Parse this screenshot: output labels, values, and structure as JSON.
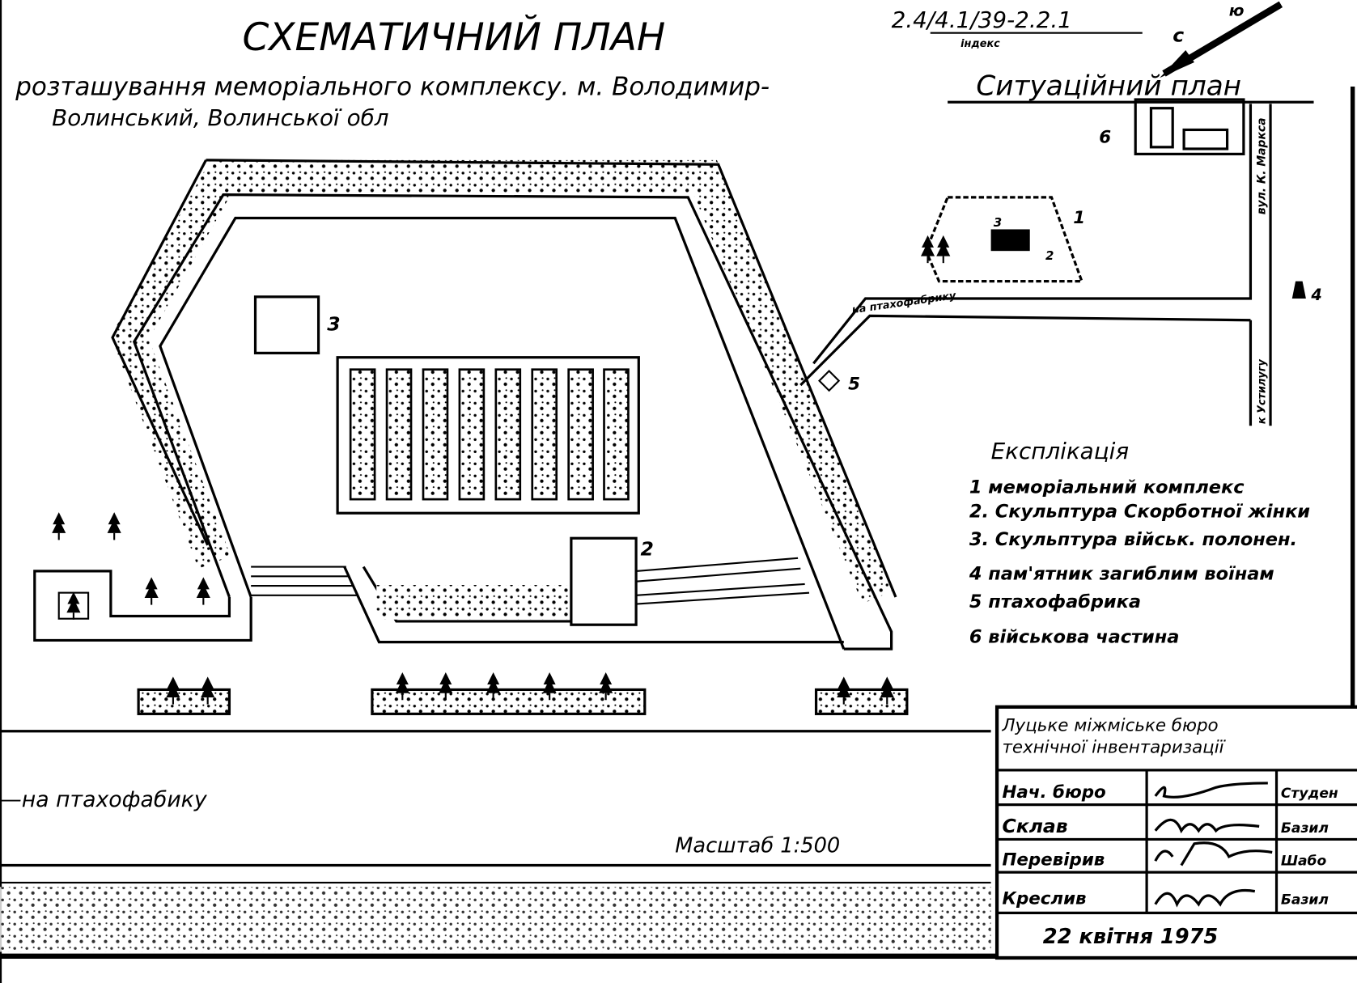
{
  "header": {
    "title": "СХЕМАТИЧНИЙ ПЛАН",
    "index_code": "2.4/4.1/39-2.2.1",
    "index_label": "індекс",
    "subtitle_line1": "розташування меморіального комплексу. м. Володимир-",
    "subtitle_line2": "Волинський, Волинської обл",
    "situation_plan": "Ситуаційний план",
    "compass_north": "с",
    "compass_south": "ю"
  },
  "plan_labels": {
    "sculpture_mourning_woman": "2",
    "sculpture_pow": "3",
    "to_poultry_farm": "—на птахофабику",
    "scale": "Масштаб 1:500"
  },
  "situation_labels": {
    "memorial": "1",
    "sculpture2": "2",
    "sculpture3": "3",
    "monument": "4",
    "poultry_farm": "5",
    "military_unit": "6",
    "street_marx": "вул. К. Маркса",
    "road_poultry": "на птахофабрику",
    "road_south": "к Устилугу"
  },
  "legend": {
    "title": "Експлікація",
    "items": [
      "1 меморіальний комплекс",
      "2. Скульптура Скорботної жінки",
      "3. Скульптура військ. полонен.",
      "4 пам'ятник загиблим воїнам",
      "5 птахофабрика",
      "6 військова частина"
    ]
  },
  "title_block": {
    "org_line1": "Луцьке міжміське бюро",
    "org_line2": "технічної інвентаризації",
    "rows": [
      {
        "role": "Нач. бюро",
        "name": "Студен"
      },
      {
        "role": "Склав",
        "name": "Базил"
      },
      {
        "role": "Перевірив",
        "name": "Шабо"
      },
      {
        "role": "Креслив",
        "name": "Базил"
      }
    ],
    "date": "22 квітня 1975"
  }
}
